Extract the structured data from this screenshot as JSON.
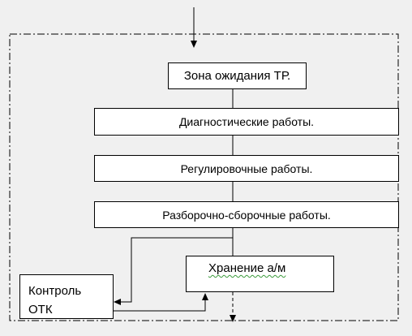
{
  "diagram": {
    "boxes": {
      "waiting_zone": "Зона ожидания ТР.",
      "diagnostics": "Диагностические работы.",
      "adjustment": "Регулировочные работы.",
      "disassembly": "Разборочно-сборочные работы.",
      "storage": "Хранение а/м",
      "otk_control": "Контроль\nОТК"
    }
  },
  "colors": {
    "background": "#f0f0f0",
    "line": "#000000",
    "box_fill": "#ffffff",
    "spellcheck_underline": "#3a9a3a"
  }
}
